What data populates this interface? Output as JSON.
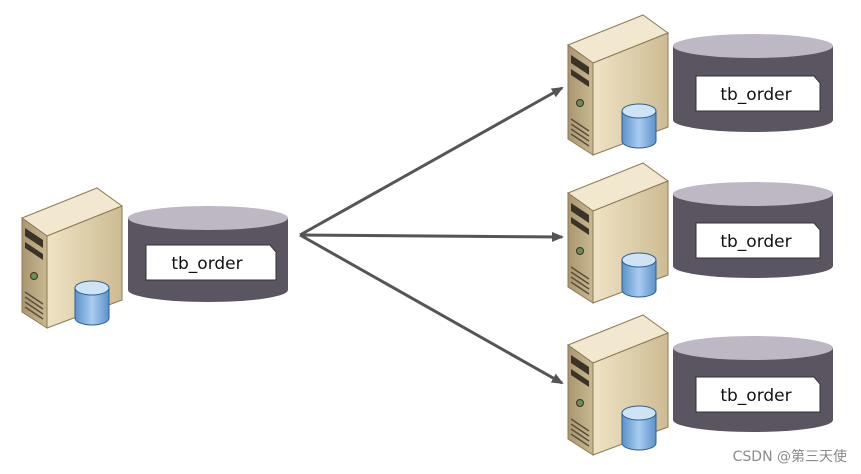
{
  "diagram": {
    "source": {
      "label": "tb_order",
      "icons": [
        "server-icon",
        "database-icon"
      ]
    },
    "targets": [
      {
        "label": "tb_order"
      },
      {
        "label": "tb_order"
      },
      {
        "label": "tb_order"
      }
    ]
  },
  "colors": {
    "cylinder_top": "#bdb8c4",
    "cylinder_body": "#5a5560",
    "arrow": "#555555",
    "server_front": "#e2d5b4",
    "server_side": "#b7a57d",
    "db_icon": "#7fb1e0"
  },
  "watermark": "CSDN @第三天使"
}
